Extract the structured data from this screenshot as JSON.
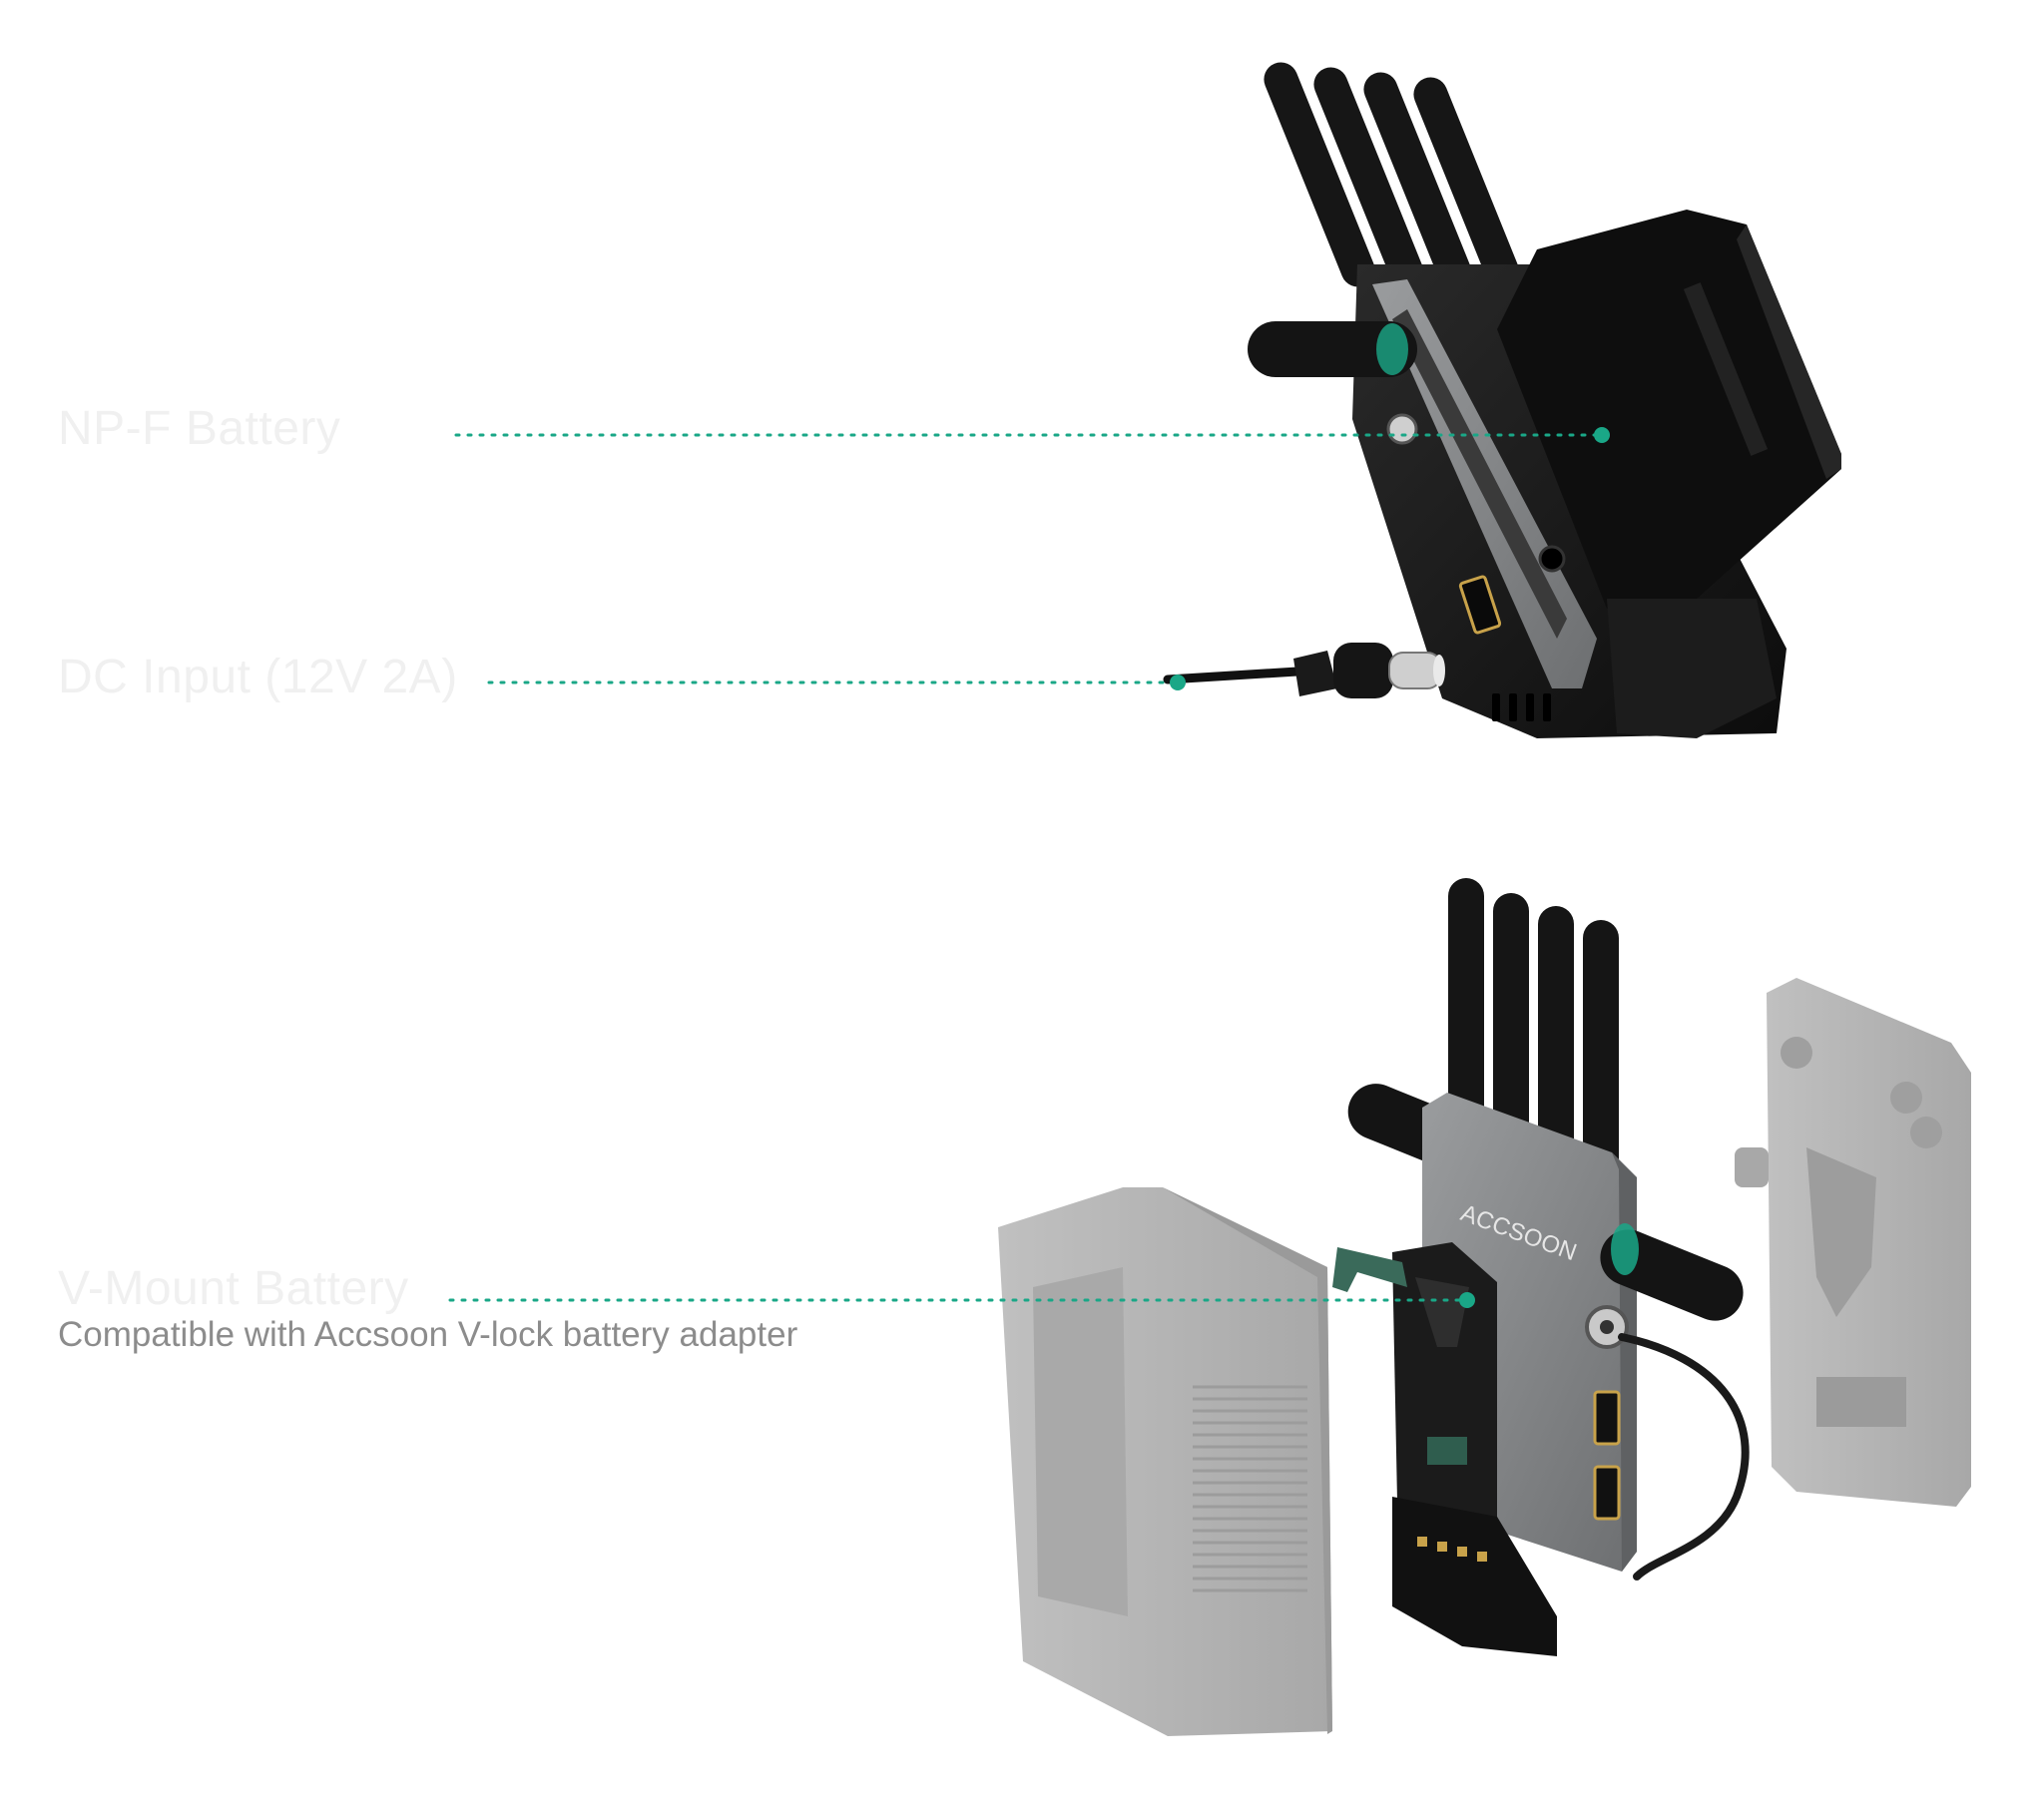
{
  "callouts": [
    {
      "id": "npf",
      "label": "NP-F Battery"
    },
    {
      "id": "dc",
      "label": "DC Input (12V 2A)"
    },
    {
      "id": "vmount",
      "label": "V-Mount Battery",
      "sublabel": "Compatible with Accsoon V-lock battery adapter"
    }
  ],
  "product": {
    "brand": "ACCSOON"
  },
  "colors": {
    "accent": "#1aa787",
    "label_text": "#f0f0f0",
    "sublabel_text": "#8c8c8c",
    "device_black": "#1a1a1a",
    "device_gray": "#8d8f91",
    "ghost_gray": "#b3b3b3"
  },
  "icons": [
    "antenna-icon",
    "battery-icon",
    "connector-icon",
    "hdmi-port-icon"
  ]
}
